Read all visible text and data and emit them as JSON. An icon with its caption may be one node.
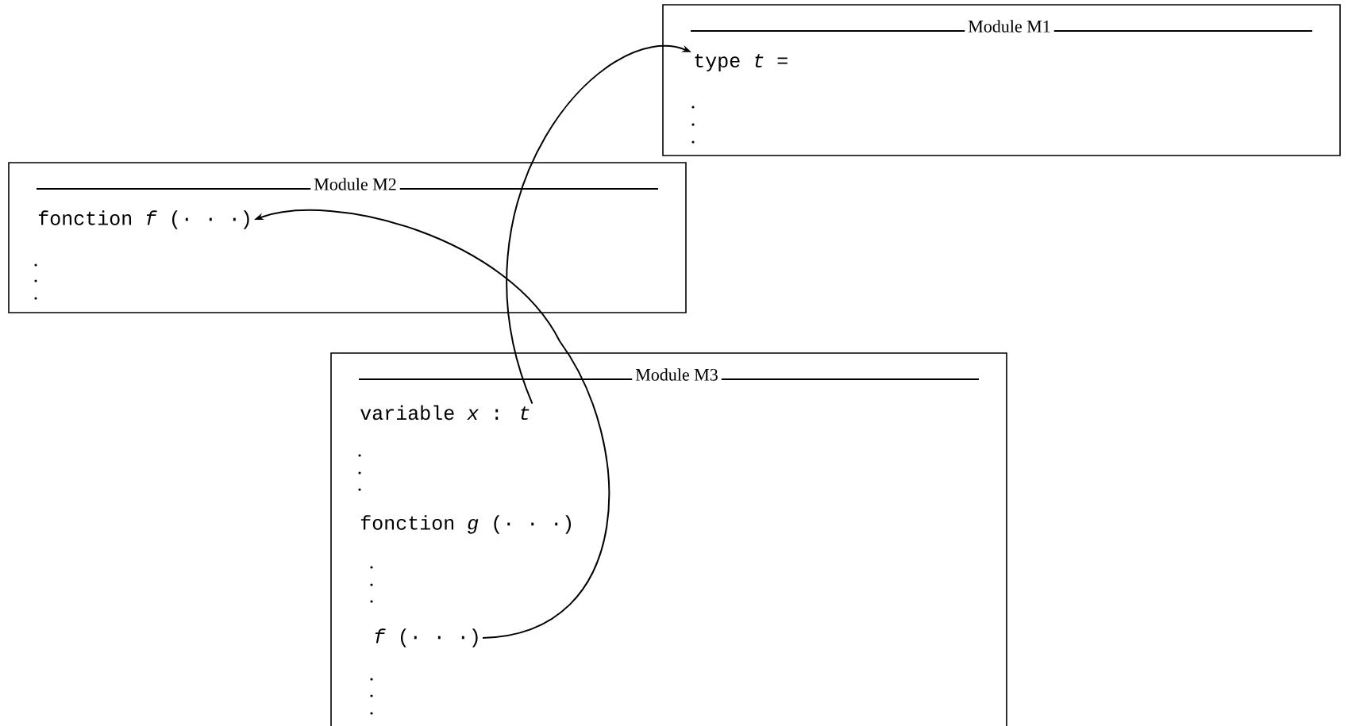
{
  "diagram": {
    "nodes": [
      {
        "text": [
          "Module M1"
        ]
      },
      {
        "text": [
          "type *t* ="
        ],
        "in": 0
      },
      {
        "text": [
          "Module M2"
        ]
      },
      {
        "text": [
          "fonction *f* (· · ·)"
        ],
        "in": 2
      },
      {
        "text": [
          "Module M3"
        ]
      },
      {
        "text": [
          "variable *x* : *t*"
        ],
        "in": 4
      },
      {
        "text": [
          "*f* (· · ·)"
        ],
        "in": 4
      }
    ],
    "edges": [
      {
        "from": 5,
        "to": 1,
        "arrow": "to"
      },
      {
        "from": 6,
        "to": 3,
        "arrow": "to"
      }
    ],
    "labels": [
      "fonction *g* (· · ·)"
    ]
  }
}
